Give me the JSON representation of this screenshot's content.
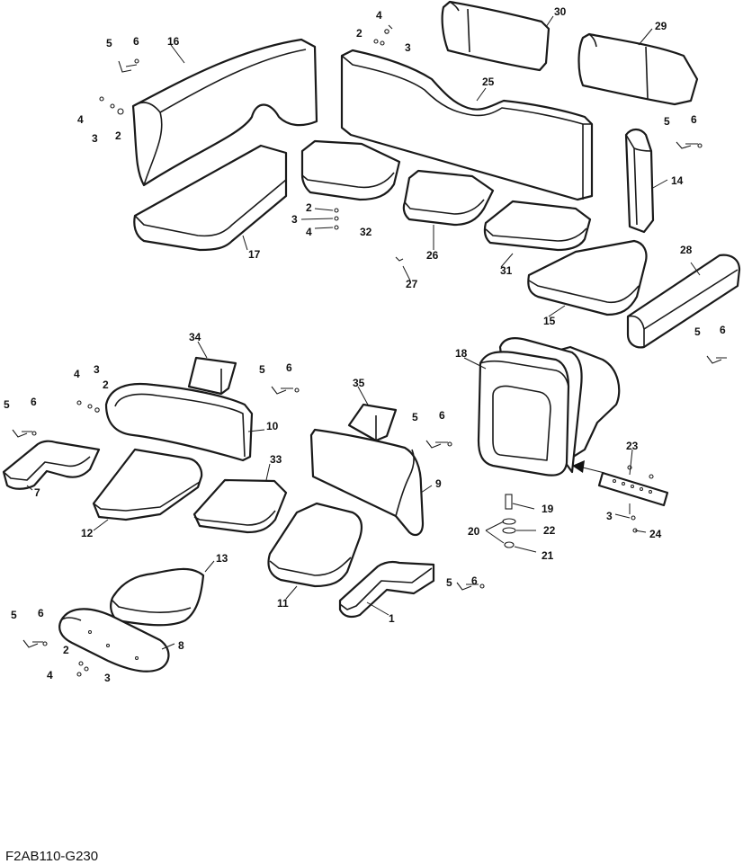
{
  "drawing_code": "F2AB110-G230",
  "callouts": {
    "c1": "1",
    "c2": "2",
    "c3": "3",
    "c4": "4",
    "c5": "5",
    "c6": "6",
    "c7": "7",
    "c8": "8",
    "c9": "9",
    "c10": "10",
    "c11": "11",
    "c12": "12",
    "c13": "13",
    "c14": "14",
    "c15": "15",
    "c16": "16",
    "c17": "17",
    "c18": "18",
    "c19": "19",
    "c20": "20",
    "c21": "21",
    "c22": "22",
    "c23": "23",
    "c24": "24",
    "c25": "25",
    "c26": "26",
    "c27": "27",
    "c28": "28",
    "c29": "29",
    "c30": "30",
    "c31": "31",
    "c32": "32",
    "c33": "33",
    "c34": "34",
    "c35": "35"
  }
}
